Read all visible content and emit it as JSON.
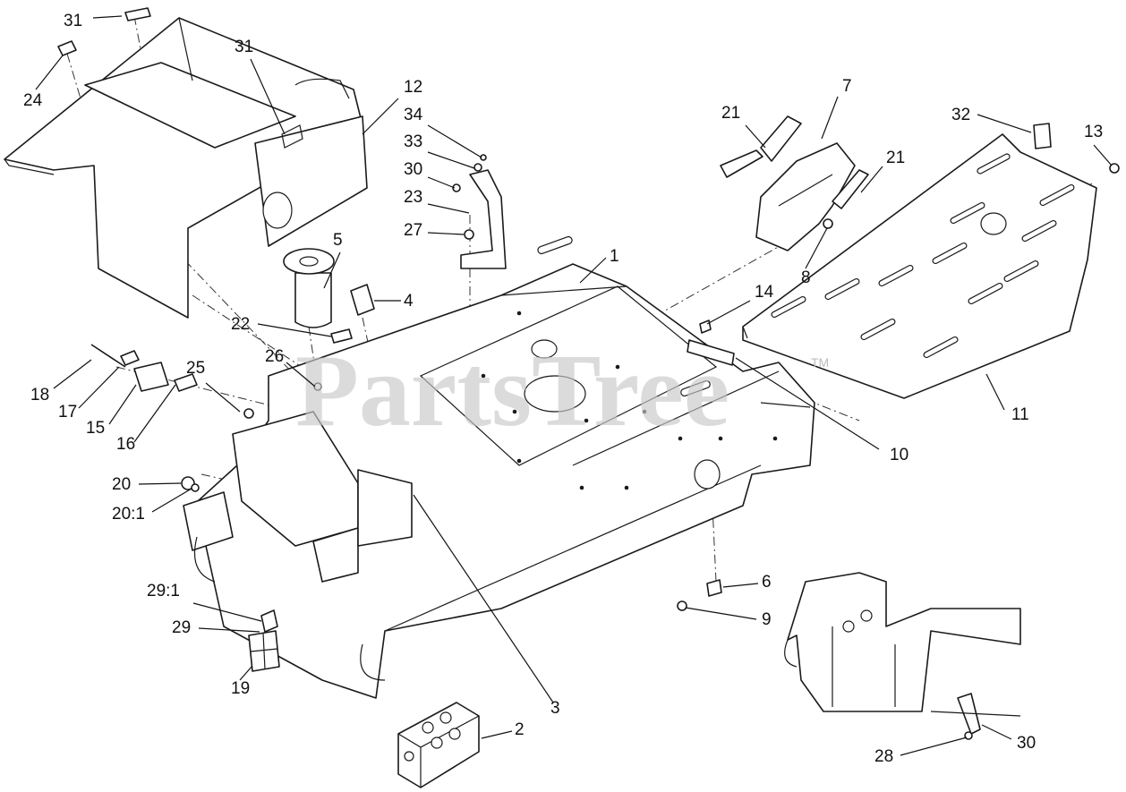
{
  "watermark": {
    "text": "PartsTree",
    "trademark": "TM"
  },
  "callouts": [
    {
      "label": "31"
    },
    {
      "label": "31"
    },
    {
      "label": "24"
    },
    {
      "label": "12"
    },
    {
      "label": "34"
    },
    {
      "label": "33"
    },
    {
      "label": "30"
    },
    {
      "label": "23"
    },
    {
      "label": "27"
    },
    {
      "label": "5"
    },
    {
      "label": "4"
    },
    {
      "label": "22"
    },
    {
      "label": "26"
    },
    {
      "label": "25"
    },
    {
      "label": "18"
    },
    {
      "label": "17"
    },
    {
      "label": "15"
    },
    {
      "label": "16"
    },
    {
      "label": "20"
    },
    {
      "label": "20:1"
    },
    {
      "label": "29:1"
    },
    {
      "label": "29"
    },
    {
      "label": "19"
    },
    {
      "label": "2"
    },
    {
      "label": "3"
    },
    {
      "label": "1"
    },
    {
      "label": "21"
    },
    {
      "label": "7"
    },
    {
      "label": "21"
    },
    {
      "label": "8"
    },
    {
      "label": "14"
    },
    {
      "label": "32"
    },
    {
      "label": "13"
    },
    {
      "label": "11"
    },
    {
      "label": "10"
    },
    {
      "label": "6"
    },
    {
      "label": "9"
    },
    {
      "label": "28"
    },
    {
      "label": "30"
    }
  ]
}
